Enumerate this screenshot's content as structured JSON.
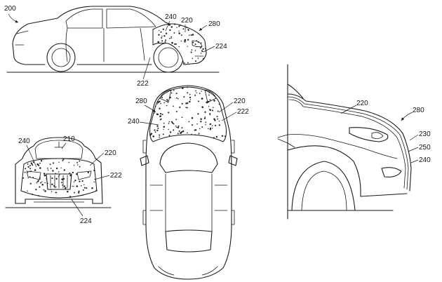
{
  "figure": {
    "labels": {
      "fig_main": "200",
      "panel": "220",
      "layer_outer": "240",
      "layer_mid": "230",
      "layer_inner": "250",
      "region": "280",
      "edge": "222",
      "bumper": "224",
      "windshield": "210"
    }
  }
}
